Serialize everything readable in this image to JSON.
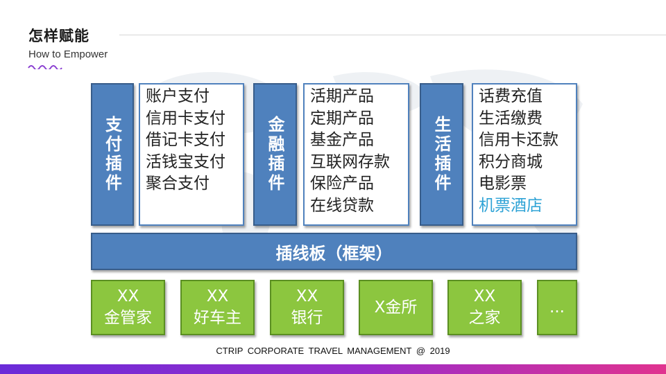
{
  "header": {
    "title": "怎样赋能",
    "subtitle": "How to Empower"
  },
  "plugins": [
    {
      "label": "支付插件",
      "items": [
        "账户支付",
        "信用卡支付",
        "借记卡支付",
        "活钱宝支付",
        "聚合支付"
      ]
    },
    {
      "label": "金融插件",
      "items": [
        "活期产品",
        "定期产品",
        "基金产品",
        "互联网存款",
        "保险产品",
        "在线贷款"
      ]
    },
    {
      "label": "生活插件",
      "items": [
        "话费充值",
        "生活缴费",
        "信用卡还款",
        "积分商城",
        "电影票",
        "机票酒店"
      ]
    }
  ],
  "framework": {
    "label": "插线板（框架）"
  },
  "partners": [
    {
      "line1": "XX",
      "line2": "金管家"
    },
    {
      "line1": "XX",
      "line2": "好车主"
    },
    {
      "line1": "XX",
      "line2": "银行"
    },
    {
      "line1": "X金所",
      "line2": ""
    },
    {
      "line1": "XX",
      "line2": "之家"
    },
    {
      "line1": "...",
      "line2": ""
    }
  ],
  "footer": {
    "text": "CTRIP CORPORATE TRAVEL MANAGEMENT @ 2019"
  },
  "colors": {
    "plugin_blue": "#4f81bd",
    "partner_green": "#8cc63f",
    "highlight_text": "#2fa3d6",
    "bottom_bar": [
      "#6a2bd8",
      "#e0338f"
    ]
  }
}
